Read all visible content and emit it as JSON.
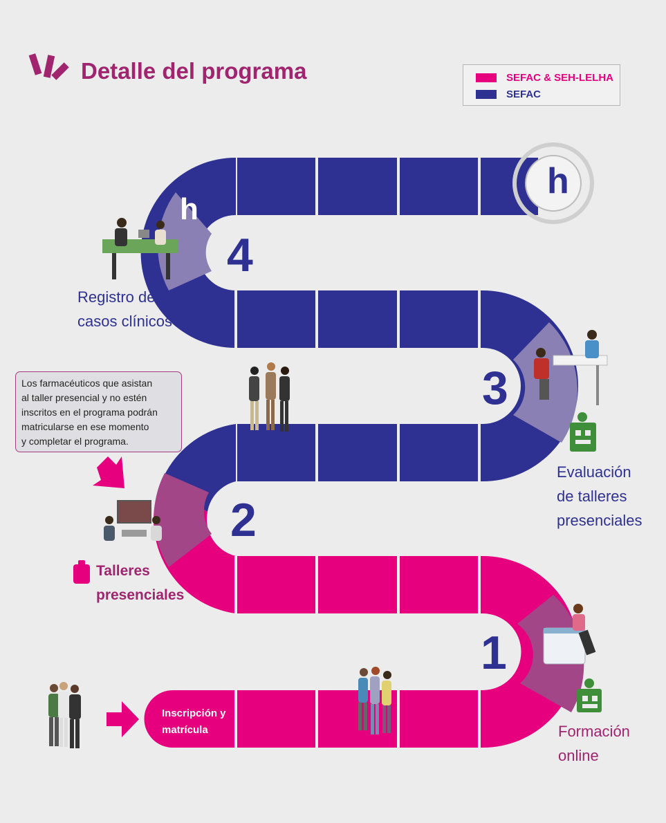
{
  "title": "Detalle del programa",
  "legend": [
    {
      "label": "SEFAC & SEH-LELHA",
      "color": "#e6007e"
    },
    {
      "label": "SEFAC",
      "color": "#2e3192"
    }
  ],
  "steps": [
    {
      "number": "1",
      "label_lines": [
        "Formación",
        "online"
      ]
    },
    {
      "number": "2",
      "label_lines": [
        "Talleres",
        "presenciales"
      ]
    },
    {
      "number": "3",
      "label_lines": [
        "Evaluación",
        "de talleres",
        "presenciales"
      ]
    },
    {
      "number": "4",
      "label_lines": [
        "Registro de",
        "casos clínicos"
      ]
    }
  ],
  "start_label_lines": [
    "Inscripción y",
    "matrícula"
  ],
  "note_lines": [
    "Los farmacéuticos que asistan",
    "al taller presencial y no estén",
    "inscritos en el programa podrán",
    "matricularse en ese momento",
    "y completar el programa."
  ],
  "logo_text": "h",
  "colors": {
    "magenta": "#e6007e",
    "navy": "#2e3192",
    "plum": "#a0246e",
    "lavender": "#8a80b4",
    "orchid": "#a24688"
  }
}
